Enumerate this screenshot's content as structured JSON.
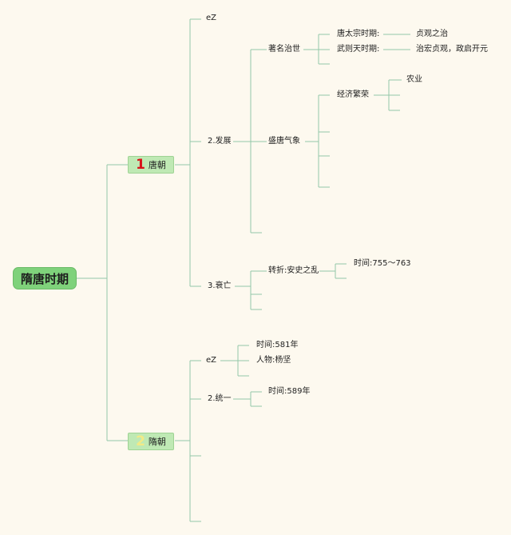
{
  "colors": {
    "background": "#fdf9ef",
    "line": "#94c7a8",
    "root_fill": "#7fd27b",
    "branch_fill": "#bfe9b4",
    "badge_red": "#d8141b",
    "badge_yellow": "#f2ea86"
  },
  "root": {
    "label": "隋唐时期"
  },
  "tang": {
    "badge": "1",
    "label": "唐朝",
    "e1": "eZ",
    "develop": {
      "label": "2.发展",
      "governance": {
        "label": "著名治世",
        "taizong": "唐太宗时期:",
        "taizong_value": "贞观之治",
        "zetian": "武则天时期:",
        "zetian_value": "治宏贞观，政启开元"
      },
      "prosperity": {
        "label": "盛唐气象",
        "economy": "经济繁荣",
        "agriculture": "农业"
      }
    },
    "decline": {
      "label": "3.衰亡",
      "turning": "转折:安史之乱",
      "time": "时间:755～763"
    }
  },
  "sui": {
    "badge": "2",
    "label": "隋朝",
    "e1": "eZ",
    "time1": "时间:581年",
    "person": "人物:杨坚",
    "unify": {
      "label": "2.统一",
      "time": "时间:589年"
    }
  }
}
